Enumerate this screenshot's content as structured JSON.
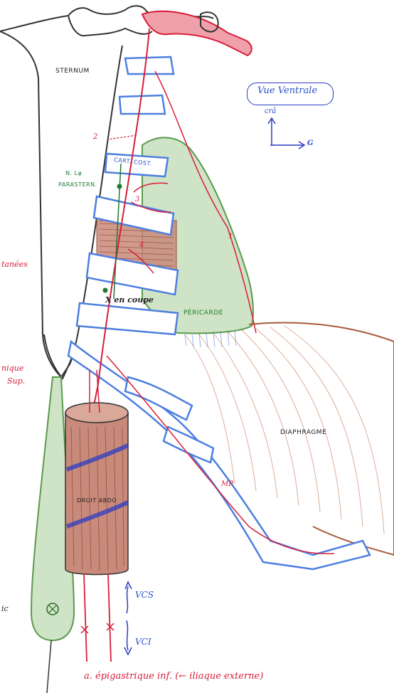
{
  "labels": {
    "sternum": "STERNUM",
    "view_title": "Vue Ventrale",
    "axis_up": "crâ",
    "axis_right": "G",
    "branch_2": "2",
    "branch_3": "3",
    "branch_1": "1",
    "branch_4": "4",
    "cart_cost": "CART. COST.",
    "nerve_l1": "N. Lφ",
    "nerve_l2": "PARASTERN.",
    "en_coupe": "X en coupe",
    "pericarde": "PÉRICARDE",
    "diaphragme": "DIAPHRAGME",
    "mp": "MP",
    "droit_abdo": "DROIT ABDO",
    "vcs": "VCS",
    "vci": "VCI",
    "bottom_caption": "a. épigastrique inf. (← iliaque externe)",
    "left_cut_1": "tanées",
    "left_cut_2": "nique",
    "left_cut_3": "Sup.",
    "left_cut_4": "ic"
  },
  "colors": {
    "artery": "#d81d3a",
    "cartilage": "#4d7fe0",
    "pericardium": "#86b57b",
    "diaphragm": "#a85a3a",
    "muscle": "#8c3b2a",
    "bone_outline": "#333333",
    "ink_blue": "#2b3cc4"
  }
}
